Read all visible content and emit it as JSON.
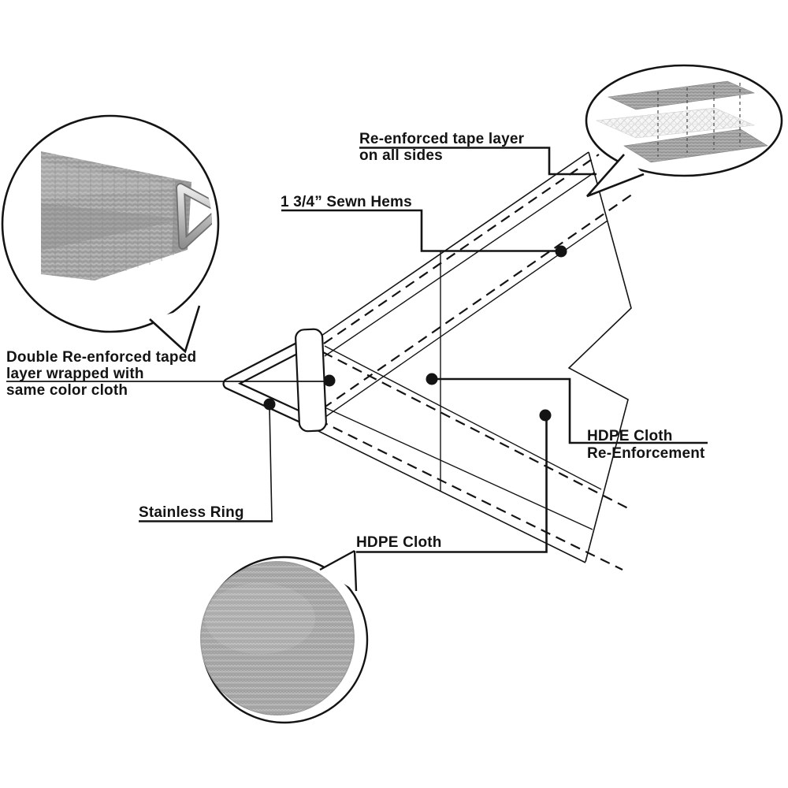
{
  "labels": {
    "tape_layer": {
      "line1": "Re-enforced tape layer",
      "line2": "on all sides"
    },
    "sewn_hems": {
      "line1": "1 3/4” Sewn Hems"
    },
    "double_taped": {
      "line1": "Double Re-enforced taped",
      "line2": "layer wrapped with",
      "line3": "same color cloth"
    },
    "stainless_ring": {
      "line1": "Stainless Ring"
    },
    "hdpe_reenforcement": {
      "line1": "HDPE Cloth",
      "line2": "Re-Enforcement"
    },
    "hdpe_cloth": {
      "line1": "HDPE Cloth"
    }
  },
  "colors": {
    "line": "#141414",
    "text": "#131313",
    "fabric_gray": "#a8a8a8",
    "mesh_white": "#f5f5f5",
    "metal_silver": "#c9c9c9",
    "background": "#ffffff"
  }
}
